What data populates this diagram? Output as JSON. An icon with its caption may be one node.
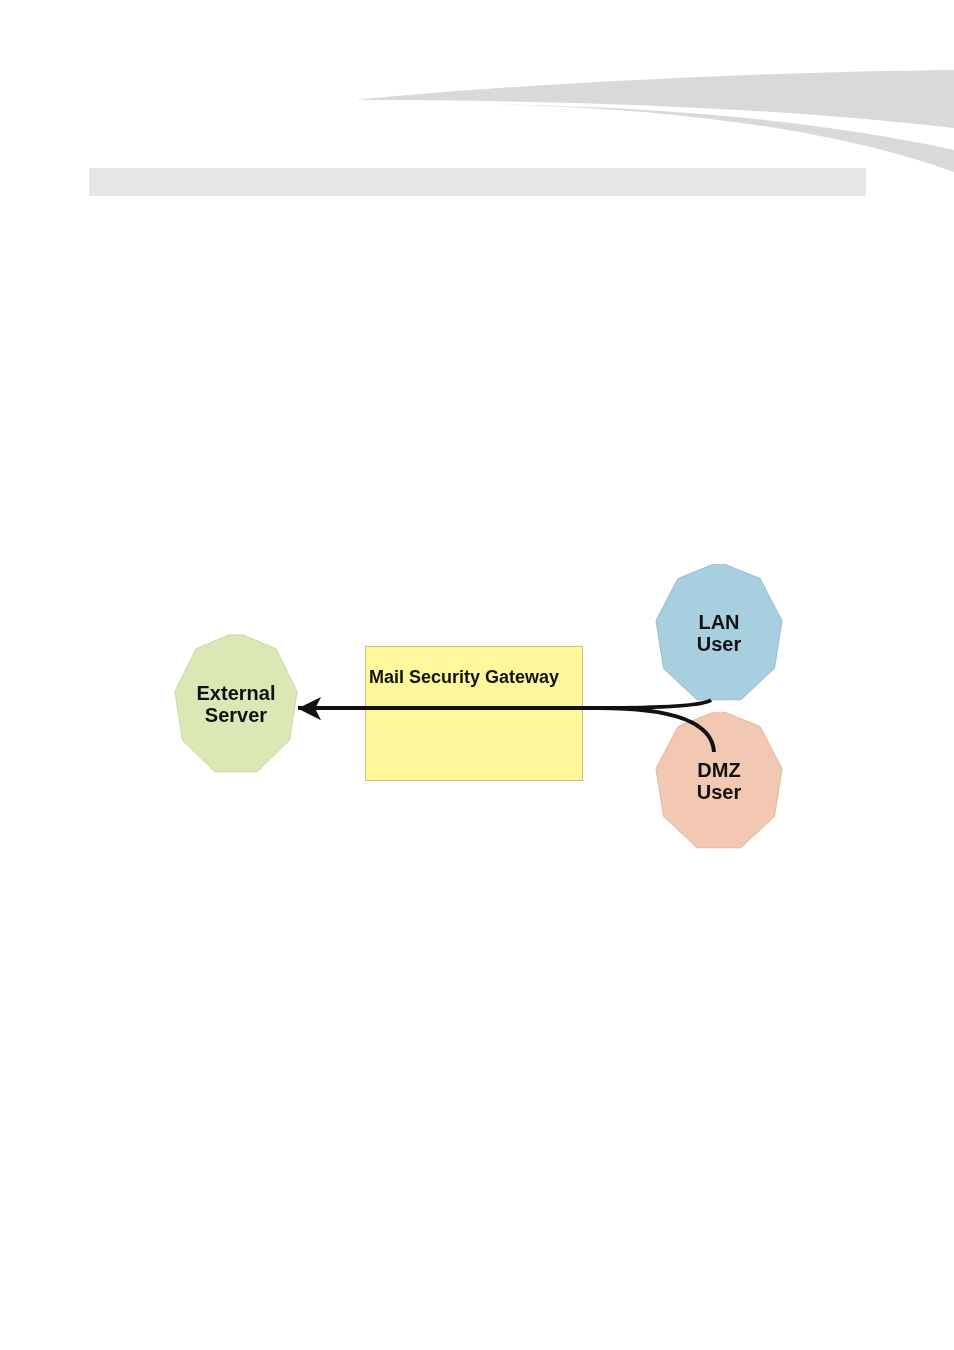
{
  "diagram": {
    "nodes": [
      {
        "text": [
          "External Server"
        ]
      },
      {
        "text": [
          "Mail Security Gateway"
        ]
      },
      {
        "text": [
          "LAN User"
        ]
      },
      {
        "text": [
          "DMZ User"
        ]
      }
    ],
    "edges": [
      {
        "from": 2,
        "to": 1,
        "arrow": "none"
      },
      {
        "from": 3,
        "to": 1,
        "arrow": "none"
      },
      {
        "from": 1,
        "to": 0,
        "arrow": "to"
      }
    ]
  }
}
